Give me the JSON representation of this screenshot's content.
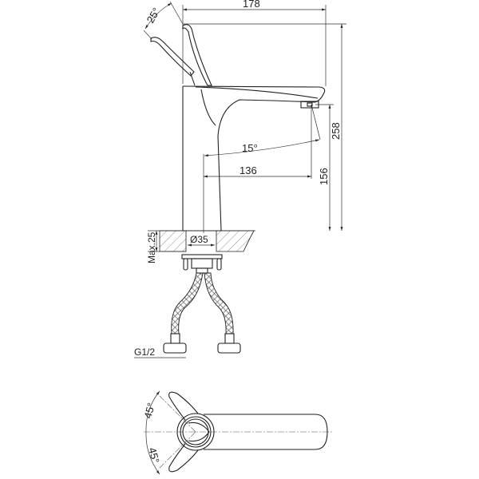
{
  "title": "Basin mixer dimension drawing",
  "dimensions": {
    "overall_depth": "178",
    "overall_height": "258",
    "spout_height": "156",
    "spout_reach": "136",
    "spout_angle": "15°",
    "lever_angle": "25°",
    "hole_diameter": "Ø35",
    "max_counter_thickness": "Max.25",
    "connection_thread": "G1/2",
    "rotation_left": "45°",
    "rotation_right": "45°"
  },
  "colors": {
    "line": "#222222",
    "background": "#ffffff"
  }
}
